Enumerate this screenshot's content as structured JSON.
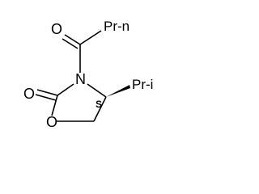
{
  "molecule": {
    "atoms": {
      "carbonyl_top_oxygen": "O",
      "ring_nitrogen": "N",
      "carbonyl_ring_oxygen": "O",
      "ring_oxygen": "O"
    },
    "groups": {
      "propyl": "Pr-n",
      "isopropyl": "Pr-i"
    },
    "stereo_label": "S"
  }
}
